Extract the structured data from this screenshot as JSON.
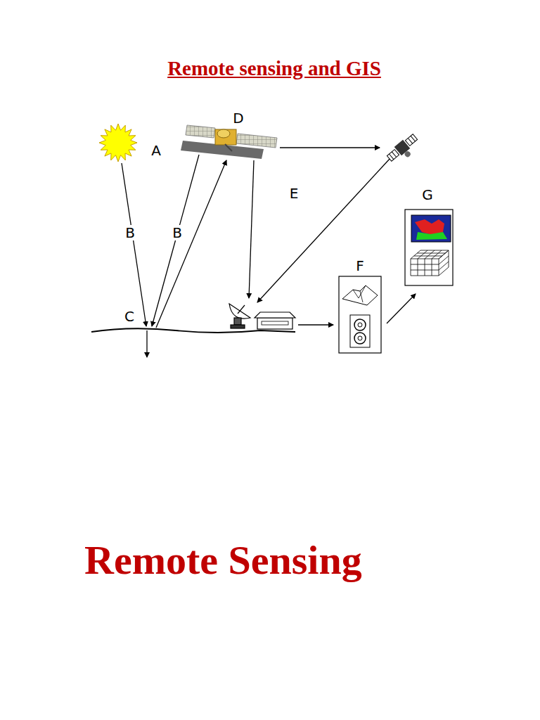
{
  "diagram": {
    "title": "Remote sensing and GIS",
    "labels": [
      "A",
      "B",
      "B",
      "C",
      "D",
      "E",
      "F",
      "G",
      "Remote Sensing"
    ]
  }
}
